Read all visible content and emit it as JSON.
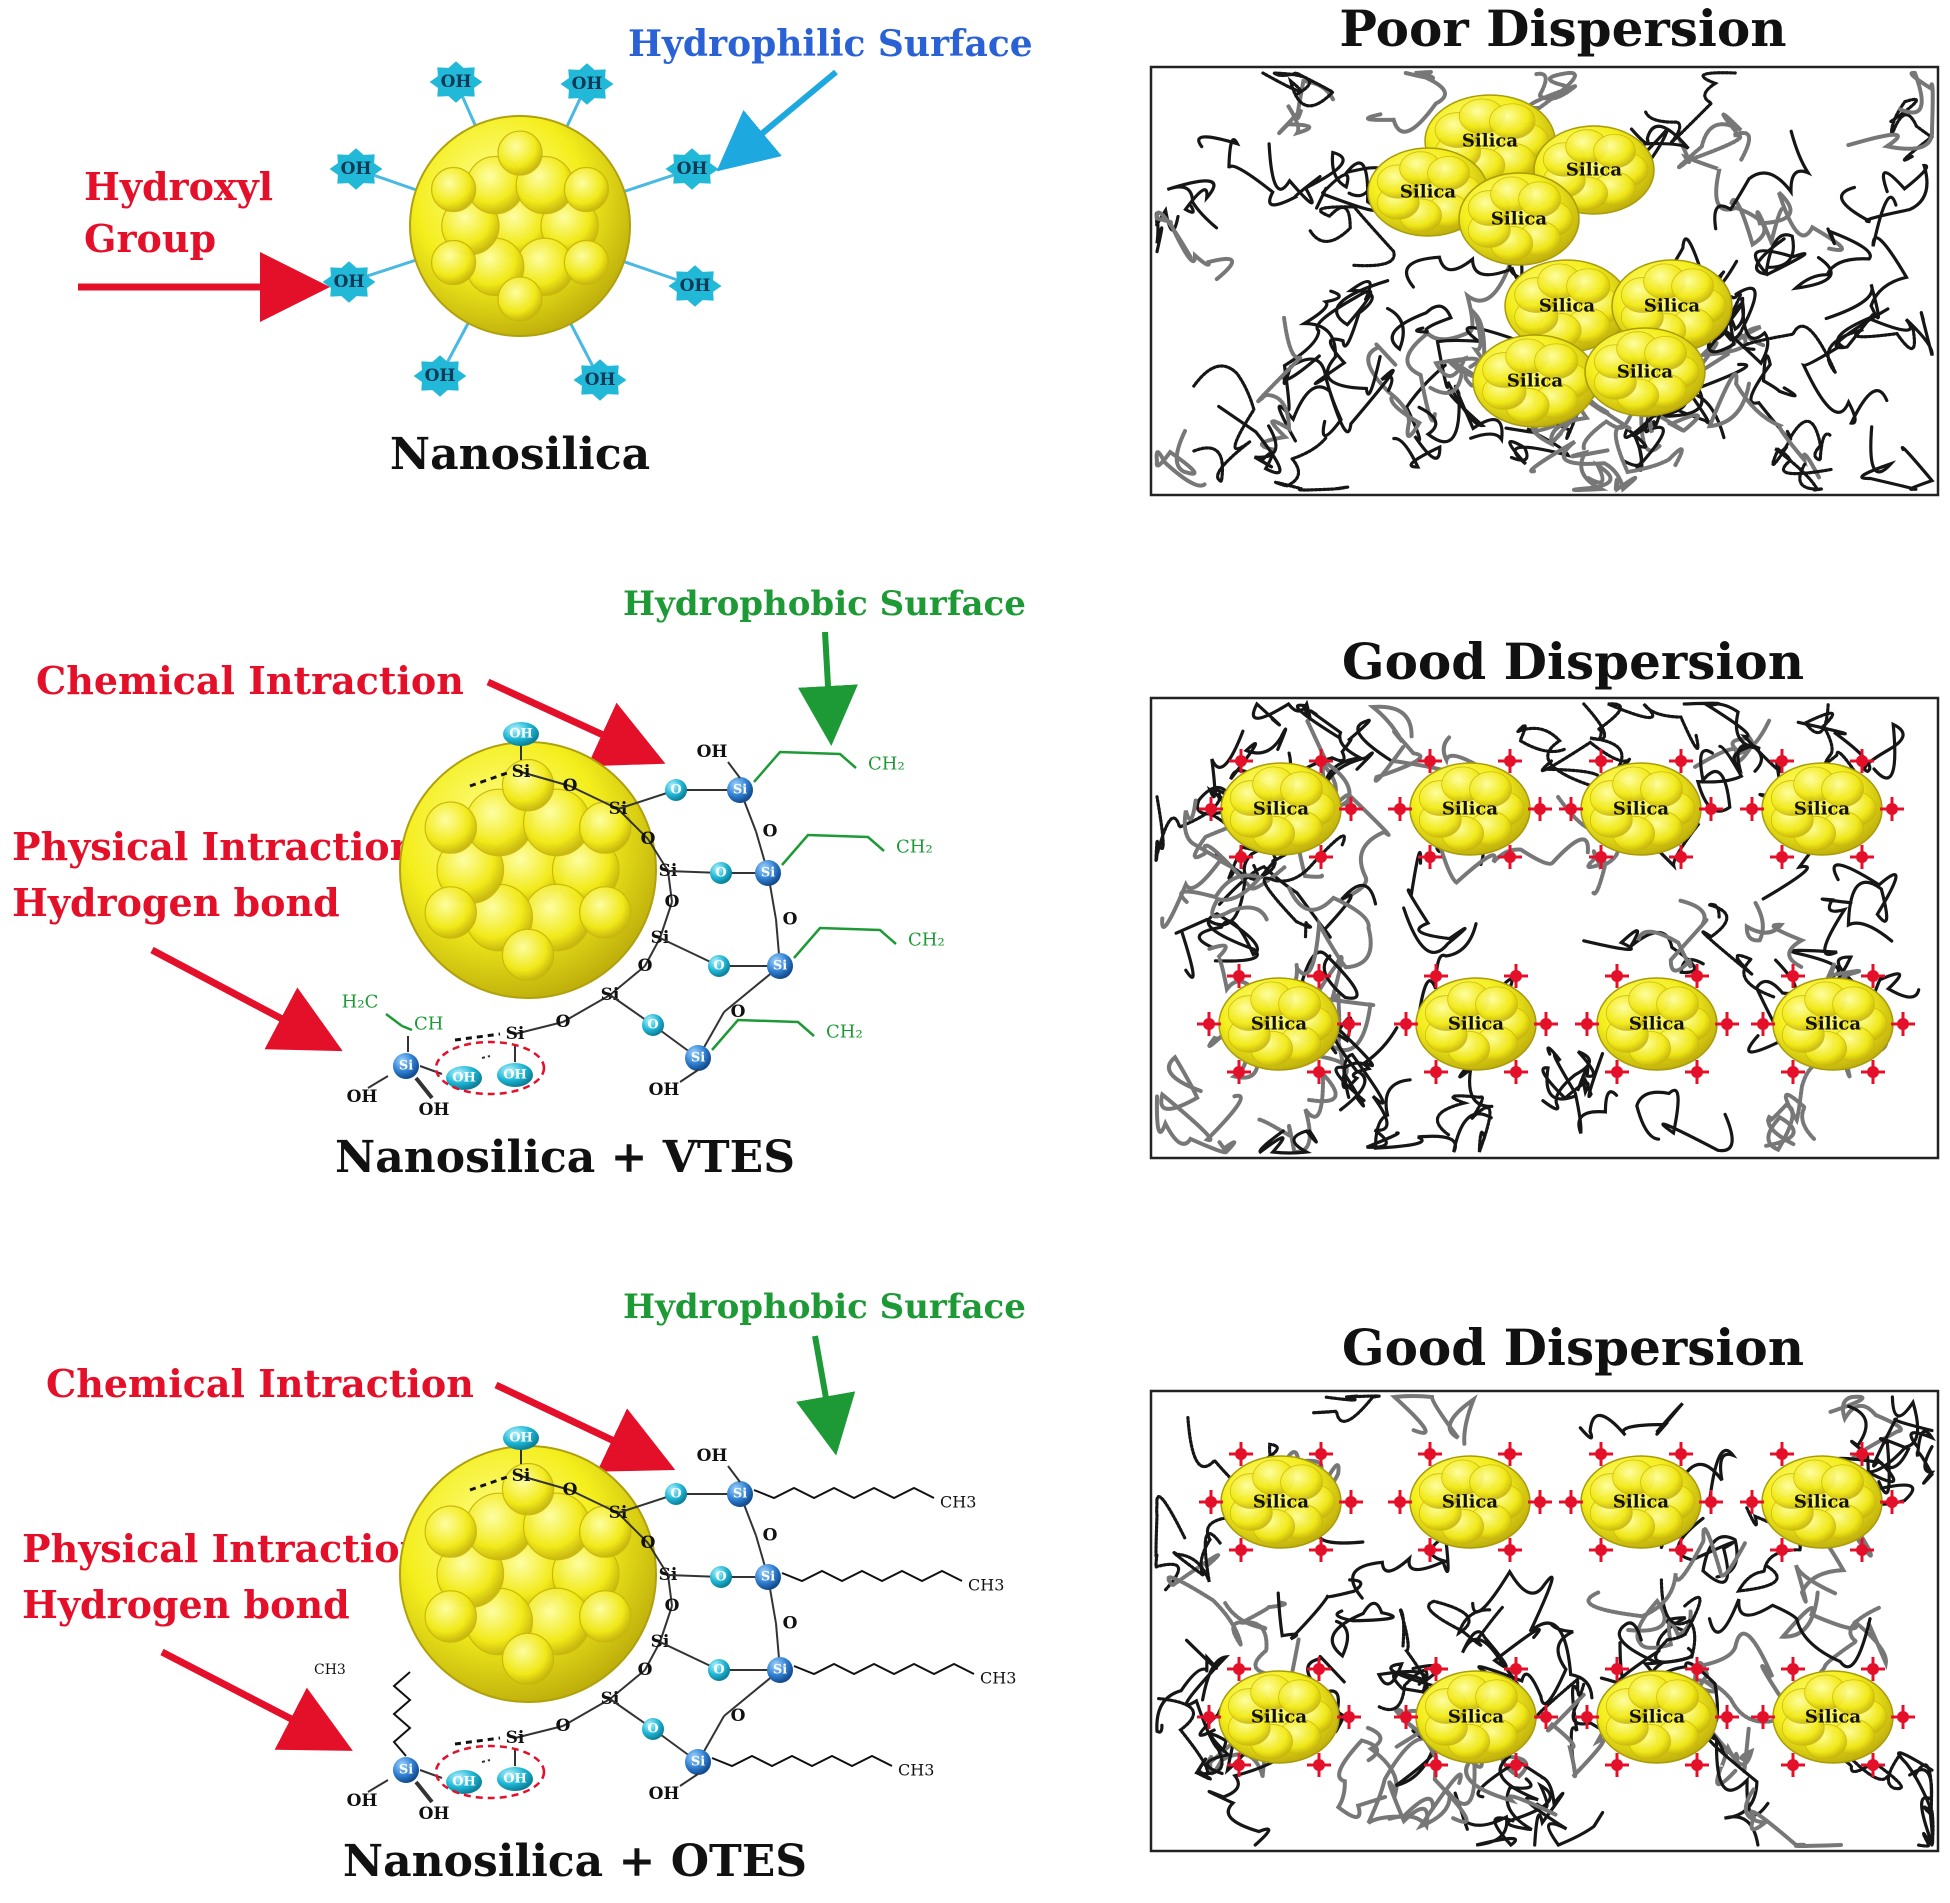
{
  "colors": {
    "red": "#e4102a",
    "blue": "#2a62d6",
    "green": "#1d9a36",
    "cyan": "#1cb6d4",
    "silica": "#f4ee1c",
    "si_node": "#2f7fd1"
  },
  "panel1": {
    "title": "Nanosilica",
    "hydroxyl_label_line1": "Hydroxyl",
    "hydroxyl_label_line2": "Group",
    "hydrophilic_label": "Hydrophilic Surface",
    "oh": "OH"
  },
  "panel2": {
    "title": "Nanosilica + VTES",
    "hydrophobic_label": "Hydrophobic Surface",
    "chemical_label": "Chemical Intraction",
    "physical_label_line1": "Physical Intraction",
    "physical_label_line2": "Hydrogen bond",
    "si": "Si",
    "o": "O",
    "oh": "OH",
    "ch2": "CH₂",
    "h2c": "H₂C",
    "ch": "CH"
  },
  "panel3": {
    "title": "Nanosilica + OTES",
    "hydrophobic_label": "Hydrophobic Surface",
    "chemical_label": "Chemical Intraction",
    "physical_label_line1": "Physical Intraction",
    "physical_label_line2": "Hydrogen bond",
    "si": "Si",
    "o": "O",
    "oh": "OH",
    "ch3": "CH3",
    "ch3_small": "CH3"
  },
  "dispersion": {
    "poor_title": "Poor Dispersion",
    "good_title_1": "Good Dispersion",
    "good_title_2": "Good Dispersion",
    "particle_label": "Silica"
  }
}
